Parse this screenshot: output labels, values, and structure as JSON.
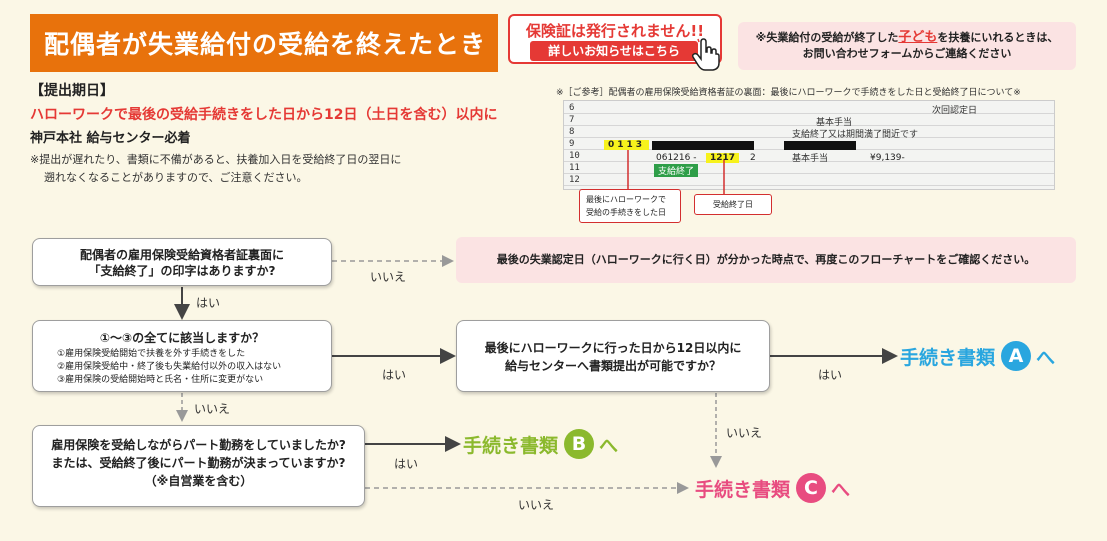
{
  "title": "配偶者が失業給付の受給を終えたとき",
  "notice": {
    "title": "保険証は発行されません!!",
    "link": "詳しいお知らせはこちら",
    "color": "#e53935"
  },
  "child_note": {
    "line1_pre": "※失業給付の受給が終了した",
    "line1_kw": "子ども",
    "line1_post": "を扶養にいれるときは、",
    "line2": "お問い合わせフォームからご連絡ください"
  },
  "deadline": {
    "heading": "【提出期日】",
    "rule": "ハローワークで最後の受給手続きをした日から12日（土日を含む）以内に",
    "dest": "神戸本社 給与センター必着",
    "note1": "※提出が遅れたり、書類に不備があると、扶養加入日を受給終了日の翌日に",
    "note2": "遡れなくなることがありますので、ご注意ください。"
  },
  "reference": {
    "caption": "※［ご参考］配偶者の雇用保険受給資格者証の裏面：最後にハローワークで手続きをした日と受給終了日について※",
    "rows": [
      {
        "num": "6",
        "text": "次回認定日"
      },
      {
        "num": "7",
        "text": "基本手当"
      },
      {
        "num": "8",
        "text": "支給終了又は期間満了間近です"
      },
      {
        "num": "9",
        "text": ""
      },
      {
        "num": "10",
        "text": "基本手当"
      },
      {
        "num": "11",
        "text": ""
      },
      {
        "num": "12",
        "text": ""
      }
    ],
    "code": "0113",
    "date": "061216 -",
    "end_code": "1217",
    "count": "2",
    "amount": "¥9,139-",
    "status": "支給終了",
    "callout_last_line1": "最後にハローワークで",
    "callout_last_line2": "受給の手続きをした日",
    "callout_end": "受給終了日"
  },
  "flow": {
    "q1_line1": "配偶者の雇用保険受給資格者証裏面に",
    "q1_line2": "「支給終了」の印字はありますか?",
    "info": "最後の失業認定日（ハローワークに行く日）が分かった時点で、再度このフローチャートをご確認ください。",
    "q2_title": "①～③の全てに該当しますか？",
    "q2_items": [
      "①雇用保険受給開始で扶養を外す手続きをした",
      "②雇用保険受給中・終了後も失業給付以外の収入はない",
      "③雇用保険の受給開始時と氏名・住所に変更がない"
    ],
    "q3_line1": "最後にハローワークに行った日から12日以内に",
    "q3_line2": "給与センターへ書類提出が可能ですか？",
    "q4_line1": "雇用保険を受給しながらパート勤務をしていましたか?",
    "q4_line2": "または、受給終了後にパート勤務が決まっていますか?",
    "q4_line3": "（※自営業を含む）",
    "yes": "はい",
    "no": "いいえ",
    "dest_label": "手続き書類",
    "dest_suffix": "へ",
    "dest_a": "A",
    "dest_b": "B",
    "dest_c": "C",
    "color_a": "#29a6df",
    "color_b": "#8bb92d",
    "color_c": "#e84c80"
  }
}
